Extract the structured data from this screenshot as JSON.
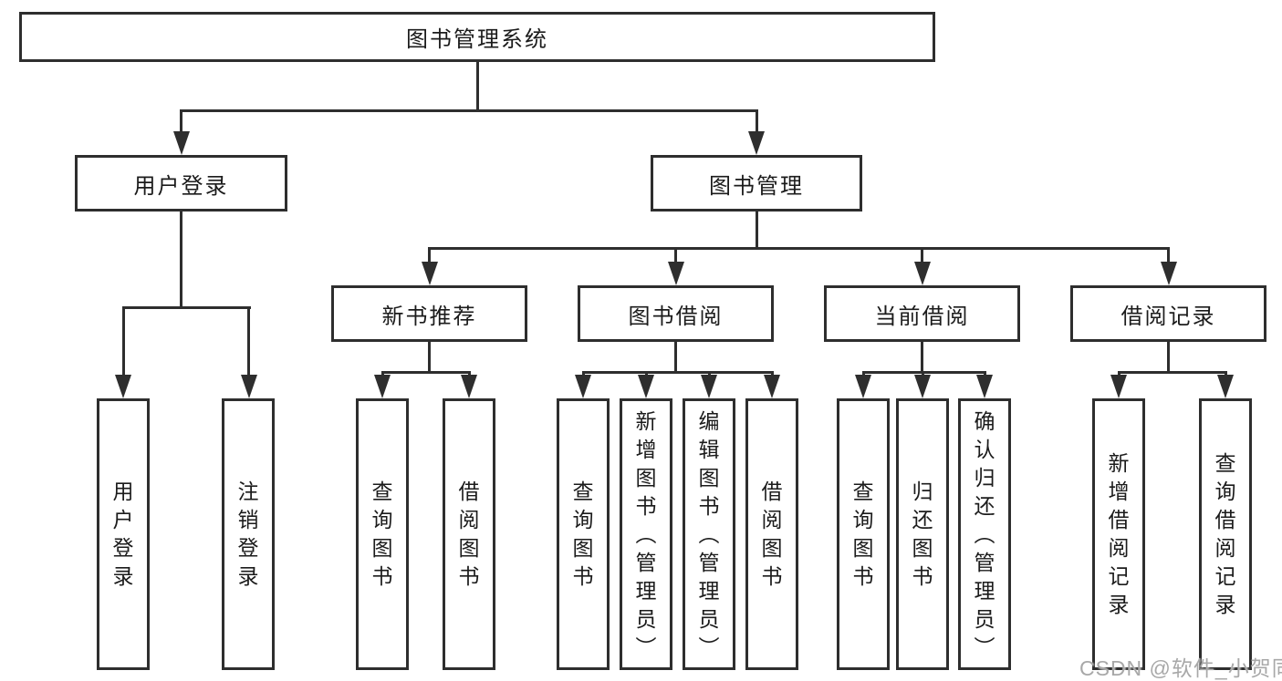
{
  "diagram": {
    "title": "图书管理系统",
    "watermark": "CSDN @软件_小贺同学",
    "colors": {
      "line": "#2e2e2e",
      "box_border": "#2e2e2e",
      "box_fill": "#ffffff",
      "text": "#1b1b1b",
      "watermark": "#a8a8a8"
    },
    "nodes": {
      "root": "图书管理系统",
      "user_login": "用户登录",
      "book_mgmt": "图书管理",
      "ul_login": "用户登录",
      "ul_logout": "注销登录",
      "new_books": "新书推荐",
      "book_borrow": "图书借阅",
      "current_borrow": "当前借阅",
      "borrow_records": "借阅记录",
      "nb_query": "查询图书",
      "nb_borrow": "借阅图书",
      "bb_query": "查询图书",
      "bb_add": "新增图书（管理员）",
      "bb_edit": "编辑图书（管理员）",
      "bb_borrow": "借阅图书",
      "cb_query": "查询图书",
      "cb_return": "归还图书",
      "cb_confirm": "确认归还（管理员）",
      "br_add": "新增借阅记录",
      "br_query": "查询借阅记录"
    },
    "hierarchy": {
      "label": "图书管理系统",
      "children": [
        {
          "label": "用户登录",
          "children": [
            {
              "label": "用户登录"
            },
            {
              "label": "注销登录"
            }
          ]
        },
        {
          "label": "图书管理",
          "children": [
            {
              "label": "新书推荐",
              "children": [
                {
                  "label": "查询图书"
                },
                {
                  "label": "借阅图书"
                }
              ]
            },
            {
              "label": "图书借阅",
              "children": [
                {
                  "label": "查询图书"
                },
                {
                  "label": "新增图书（管理员）"
                },
                {
                  "label": "编辑图书（管理员）"
                },
                {
                  "label": "借阅图书"
                }
              ]
            },
            {
              "label": "当前借阅",
              "children": [
                {
                  "label": "查询图书"
                },
                {
                  "label": "归还图书"
                },
                {
                  "label": "确认归还（管理员）"
                }
              ]
            },
            {
              "label": "借阅记录",
              "children": [
                {
                  "label": "新增借阅记录"
                },
                {
                  "label": "查询借阅记录"
                }
              ]
            }
          ]
        }
      ]
    }
  }
}
